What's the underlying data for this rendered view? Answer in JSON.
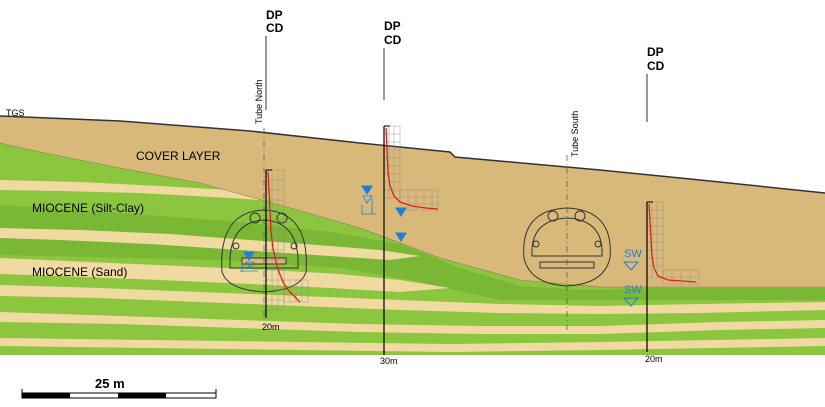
{
  "labels": {
    "tgs": "TGS",
    "cover_layer": "COVER LAYER",
    "miocene_silt_clay": "MIOCENE (Silt-Clay)",
    "miocene_sand": "MIOCENE (Sand)",
    "tube_north": "Tube North",
    "tube_south": "Tube South"
  },
  "probes": [
    {
      "dp": "DP",
      "cd": "CD",
      "depth": "20m"
    },
    {
      "dp": "DP",
      "cd": "CD",
      "depth": "30m"
    },
    {
      "dp": "DP",
      "cd": "CD",
      "depth": "20m"
    }
  ],
  "water_levels": {
    "sw_upper": "SW",
    "sw_lower": "SW"
  },
  "scale_bar": {
    "label": "25 m"
  },
  "colors": {
    "cover": "#d9b97a",
    "green": "#8cc63f",
    "green_dark": "#6bab2e",
    "sand": "#f1d9a2",
    "water": "#1f7fd8",
    "curve": "#e02020"
  }
}
